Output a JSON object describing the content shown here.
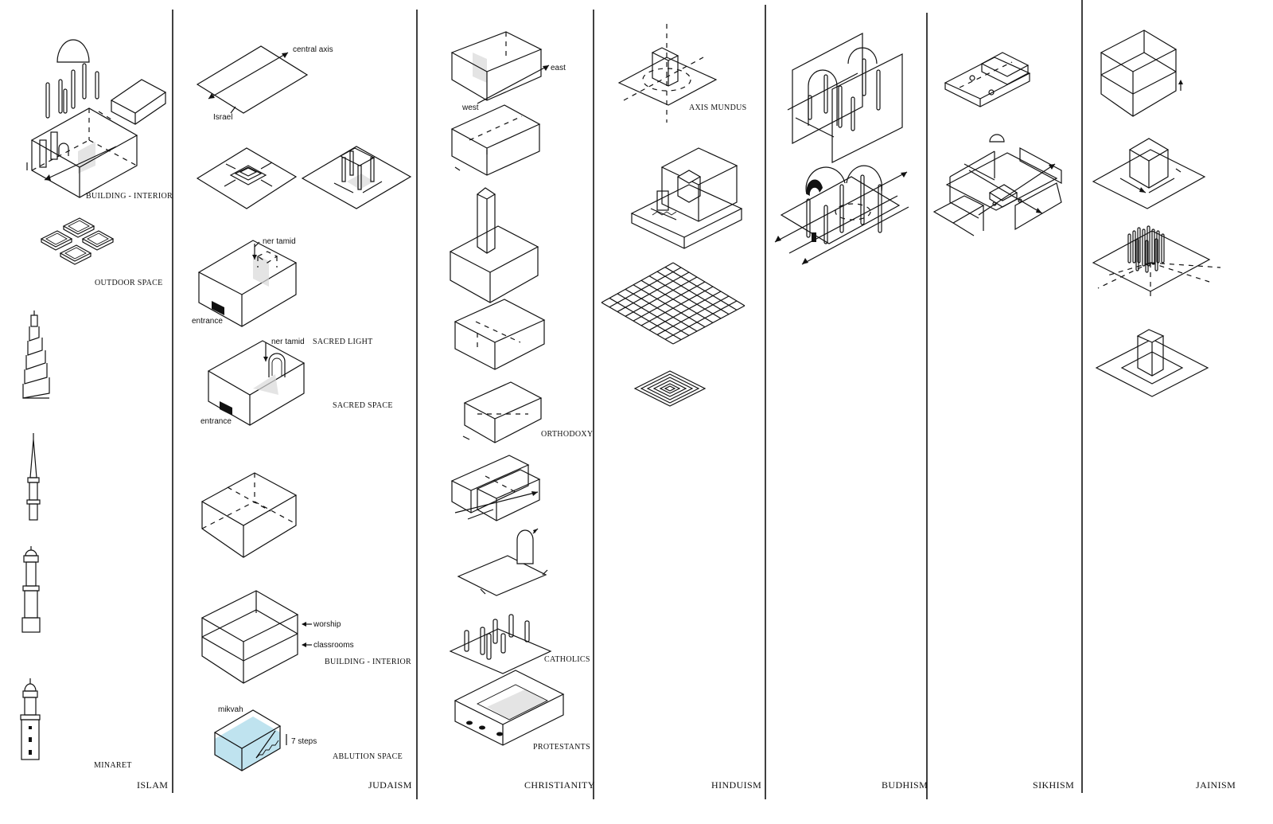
{
  "columns": [
    {
      "title": "ISLAM"
    },
    {
      "title": "JUDAISM"
    },
    {
      "title": "CHRISTIANITY"
    },
    {
      "title": "HINDUISM"
    },
    {
      "title": "BUDHISM"
    },
    {
      "title": "SIKHISM"
    },
    {
      "title": "JAINISM"
    }
  ],
  "islam": {
    "building_interior": "BUILDING - INTERIOR",
    "outdoor_space": "OUTDOOR SPACE",
    "minaret": "MINARET"
  },
  "judaism": {
    "central_axis": "central axis",
    "israel": "Israel",
    "ner_tamid_1": "ner tamid",
    "entrance_1": "entrance",
    "sacred_light": "SACRED LIGHT",
    "ner_tamid_2": "ner tamid",
    "entrance_2": "entrance",
    "sacred_space": "SACRED SPACE",
    "worship": "worship",
    "classrooms": "classrooms",
    "building_interior": "BUILDING - INTERIOR",
    "mikvah": "mikvah",
    "seven_steps": "7 steps",
    "ablution_space": "ABLUTION SPACE"
  },
  "christianity": {
    "east": "east",
    "west": "west",
    "orthodoxy": "ORTHODOXY",
    "catholics": "CATHOLICS",
    "protestants": "PROTESTANTS"
  },
  "hinduism": {
    "axis_mundus": "AXIS MUNDUS"
  },
  "colors": {
    "ink": "#111111",
    "water": "#bfe3ef",
    "shade": "#d9d9d9"
  }
}
